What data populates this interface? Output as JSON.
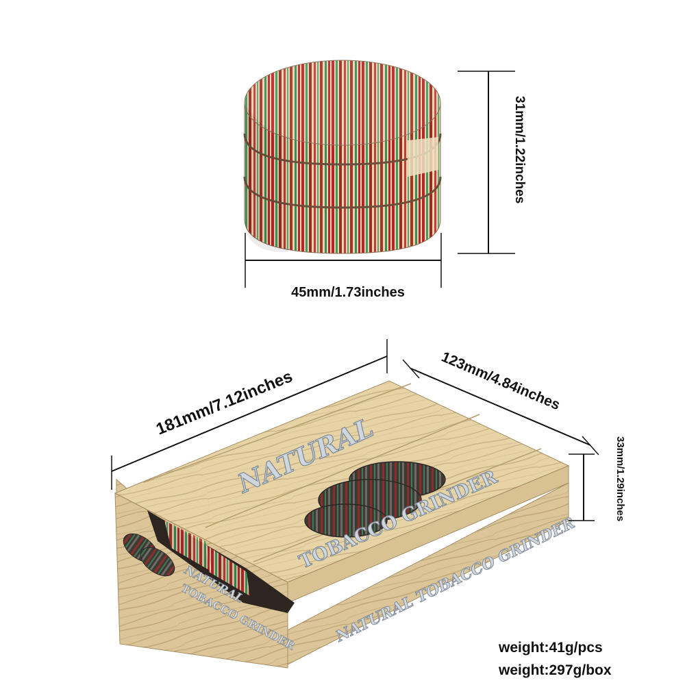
{
  "grinder": {
    "height_label": "31mm/1.22inches",
    "width_label": "45mm/1.73inches"
  },
  "box": {
    "length_label": "181mm/7.12inches",
    "depth_label": "123mm/4.84inches",
    "height_label": "33mm/1.29inches",
    "lid_text_natural": "NATURAL",
    "lid_text_product": "TOBACCO GRINDER",
    "front_text": "NATURAL TOBACCO GRINDER",
    "side_text_natural": "NATURAL",
    "side_text_product": "TOBACCO GRINDER"
  },
  "specs": {
    "weight_per_piece": "weight:41g/pcs",
    "weight_per_box": "weight:297g/box"
  },
  "colors": {
    "stripe_red": "#b8262a",
    "stripe_green": "#3f9a5c",
    "stripe_cream": "#e8d6b0",
    "wood_light": "#e6d3a6",
    "wood_dark": "#c9b283"
  }
}
